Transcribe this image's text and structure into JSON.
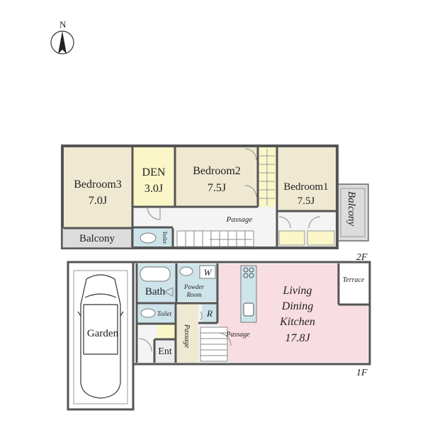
{
  "compass": {
    "label": "N"
  },
  "floor2": {
    "label": "2F",
    "bedroom3": {
      "name": "Bedroom3",
      "size": "7.0J"
    },
    "den": {
      "name": "DEN",
      "size": "3.0J"
    },
    "bedroom2": {
      "name": "Bedroom2",
      "size": "7.5J"
    },
    "bedroom1": {
      "name": "Bedroom1",
      "size": "7.5J"
    },
    "passage": "Passage",
    "toilet": "Toilet",
    "balcony_left": "Balcony",
    "balcony_right": "Balcony"
  },
  "floor1": {
    "label": "1F",
    "garden": "Garden",
    "bath": "Bath",
    "washer": "W",
    "powder_room": [
      "Powder",
      "Room"
    ],
    "toilet": "Toilet",
    "refrigerator": "R",
    "entrance": "Ent",
    "passage_vertical": "Passage",
    "passage": "Passage",
    "ldk": {
      "line1": "Living",
      "line2": "Dining",
      "line3": "Kitchen",
      "size": "17.8J"
    },
    "terrace": "Terrace"
  },
  "colors": {
    "bedroom": "#efe9d2",
    "den": "#fbf6c8",
    "wet": "#cde4ea",
    "ldk": "#f8dde3",
    "balcony": "#dcdcdc",
    "wall": "#555555"
  }
}
